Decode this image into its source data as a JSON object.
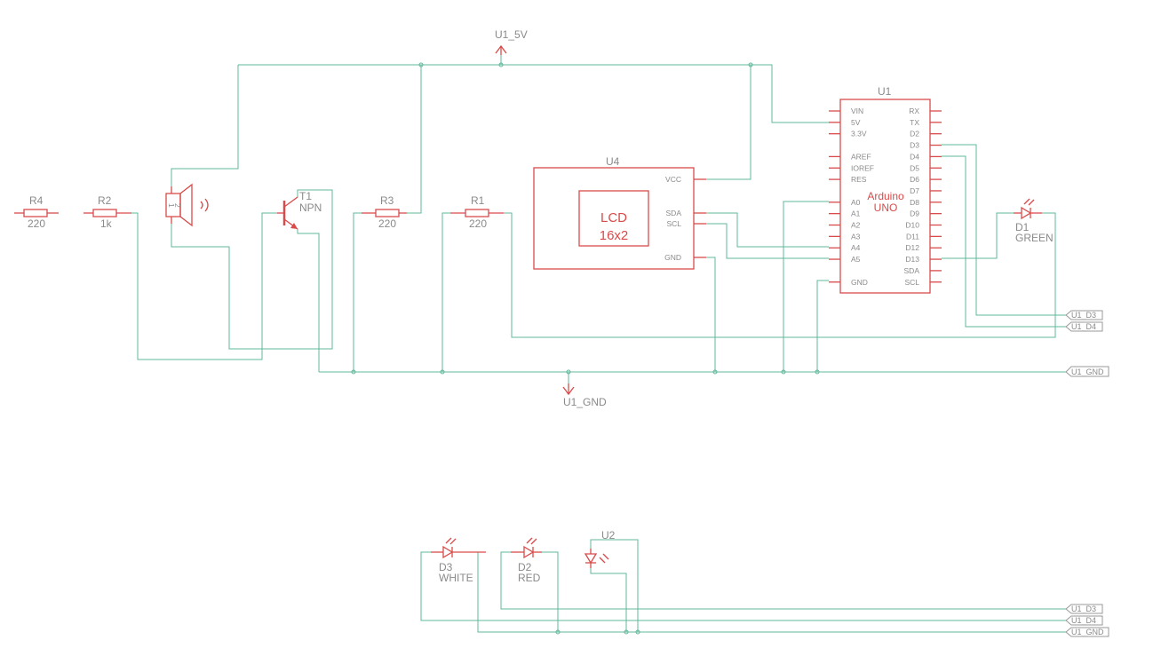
{
  "supply": {
    "label": "U1_5V"
  },
  "ground": {
    "label": "U1_GND"
  },
  "resistors": [
    {
      "ref": "R4",
      "value": "220"
    },
    {
      "ref": "R2",
      "value": "1k"
    },
    {
      "ref": "R3",
      "value": "220"
    },
    {
      "ref": "R1",
      "value": "220"
    }
  ],
  "speaker": {
    "pin1": "1",
    "pin2": "2"
  },
  "transistor": {
    "ref": "T1",
    "type": "NPN"
  },
  "lcd": {
    "ref": "U4",
    "line1": "LCD",
    "line2": "16x2",
    "pins": {
      "vcc": "VCC",
      "sda": "SDA",
      "scl": "SCL",
      "gnd": "GND"
    }
  },
  "arduino": {
    "ref": "U1",
    "name_line1": "Arduino",
    "name_line2": "UNO",
    "left_pins": [
      "VIN",
      "5V",
      "3.3V",
      "AREF",
      "IOREF",
      "RES",
      "A0",
      "A1",
      "A2",
      "A3",
      "A4",
      "A5",
      "GND"
    ],
    "right_pins": [
      "RX",
      "TX",
      "D2",
      "D3",
      "D4",
      "D5",
      "D6",
      "D7",
      "D8",
      "D9",
      "D10",
      "D11",
      "D12",
      "D13",
      "SDA",
      "SCL"
    ]
  },
  "leds": [
    {
      "ref": "D1",
      "color": "GREEN"
    },
    {
      "ref": "D3",
      "color": "WHITE"
    },
    {
      "ref": "D2",
      "color": "RED"
    }
  ],
  "u2": {
    "ref": "U2"
  },
  "ports": {
    "top": [
      "U1_D3",
      "U1_D4",
      "U1_GND"
    ],
    "bottom": [
      "U1_D3",
      "U1_D4",
      "U1_GND"
    ]
  },
  "colors": {
    "wire": "#5fb89a",
    "part": "#d94a4a",
    "label": "#8a8a8a"
  }
}
